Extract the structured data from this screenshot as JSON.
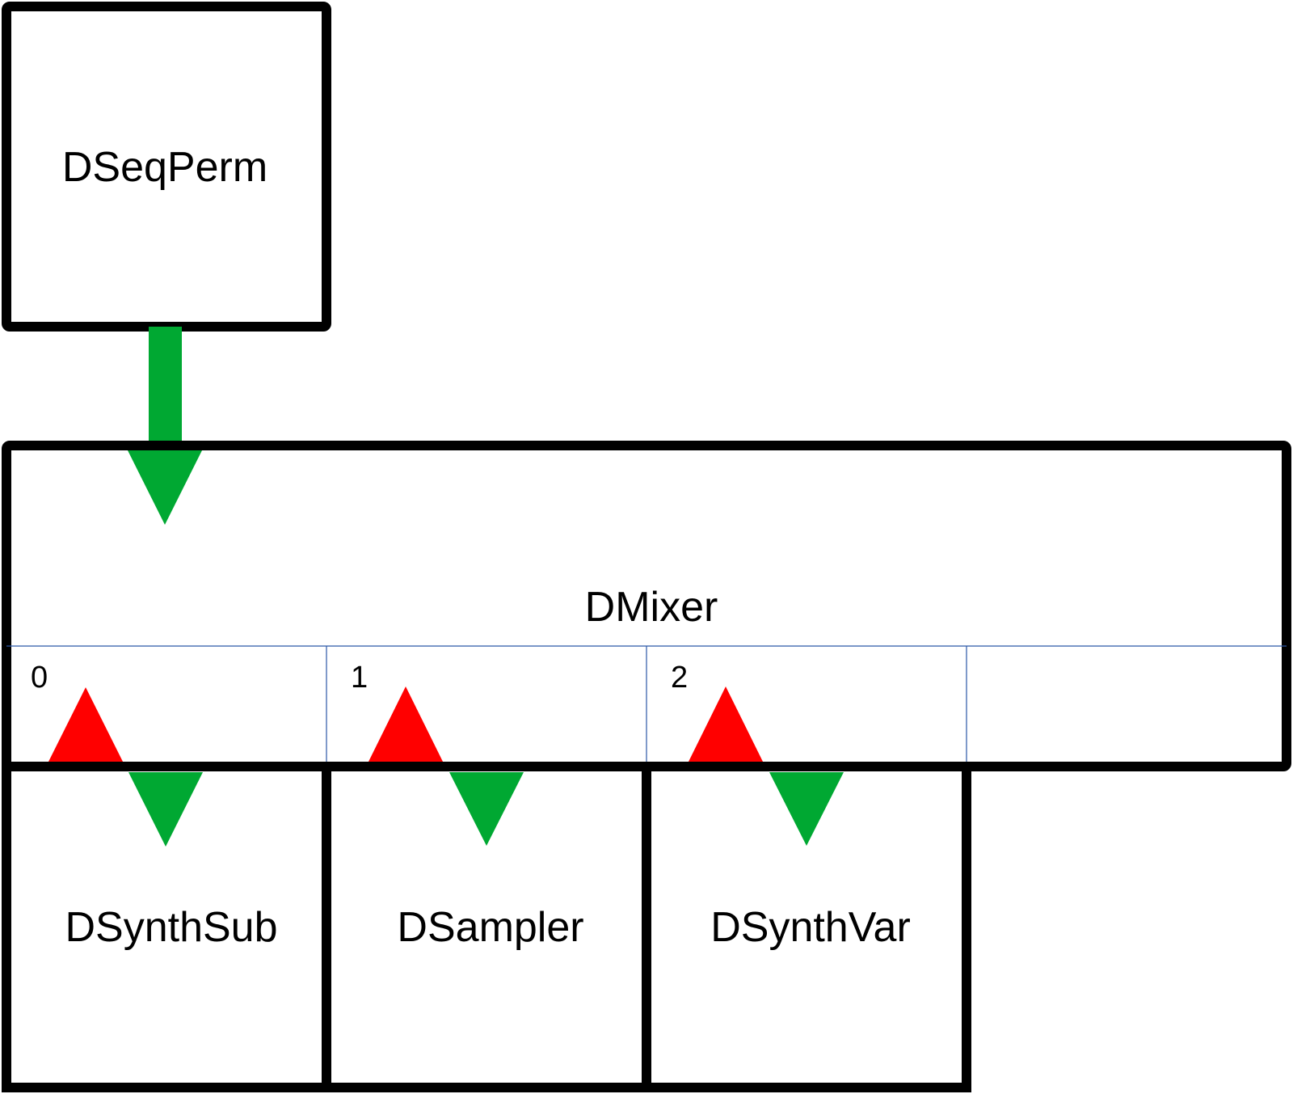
{
  "diagram": {
    "colors": {
      "outline": "#000000",
      "divider": "#2b57a6",
      "flow_down": "#00a832",
      "flow_up": "#ff0000",
      "background": "#ffffff"
    },
    "modules": {
      "seq": "DSeqPerm",
      "mixer": "DMixer",
      "synth_sub": "DSynthSub",
      "sampler": "DSampler",
      "synth_var": "DSynthVar"
    },
    "mixer_slots": [
      "0",
      "1",
      "2",
      ""
    ]
  }
}
